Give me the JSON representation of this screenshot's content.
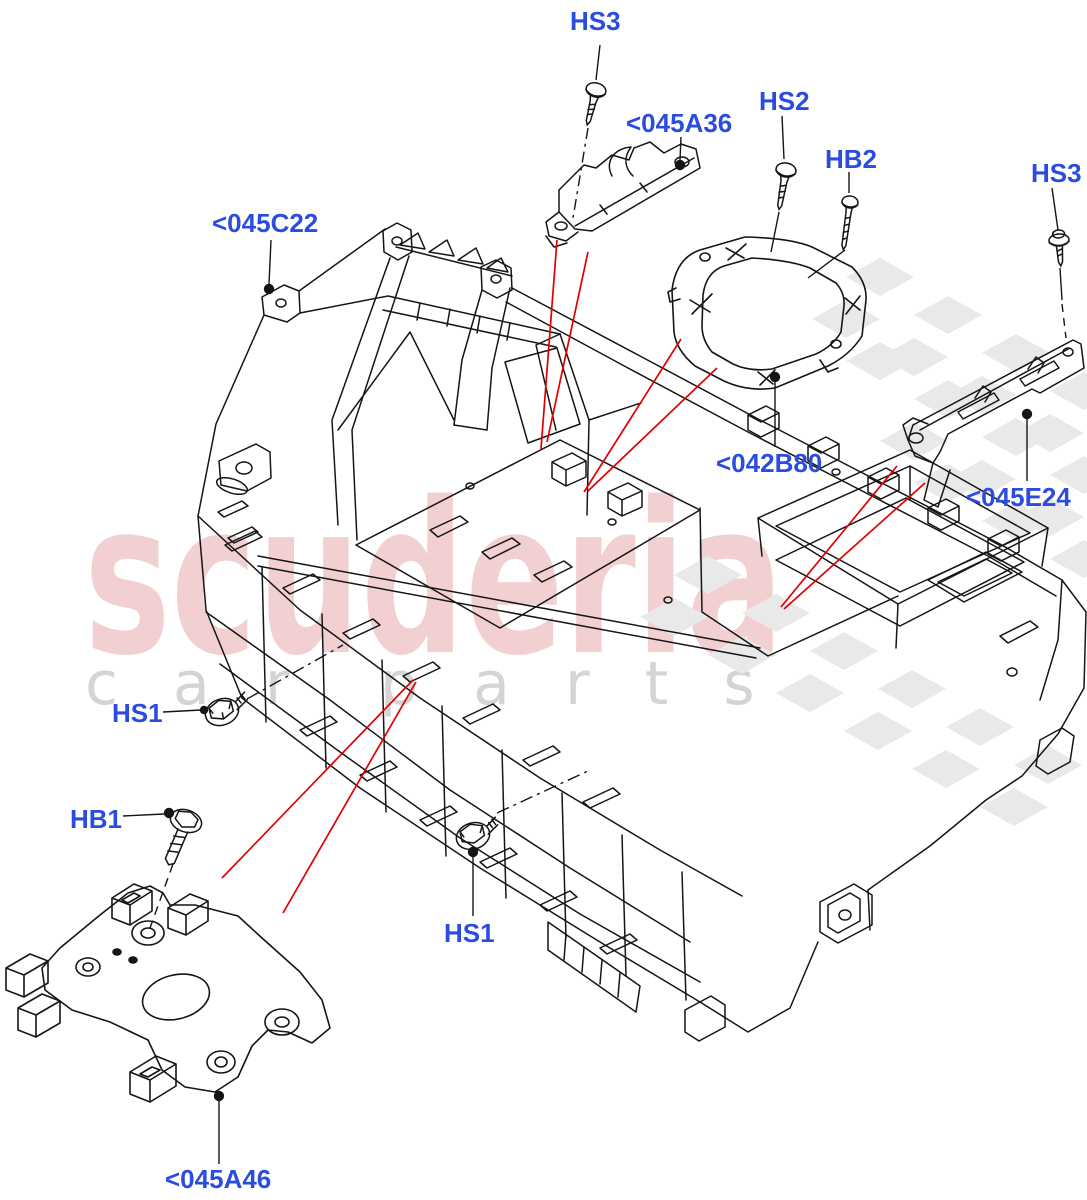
{
  "diagram": {
    "title": "console-exploded-parts-diagram",
    "callouts": {
      "hs3_top": {
        "text": "HS3"
      },
      "part_045a36": {
        "text": "<045A36"
      },
      "hs2": {
        "text": "HS2"
      },
      "hb2": {
        "text": "HB2"
      },
      "hs3_right": {
        "text": "HS3"
      },
      "part_045c22": {
        "text": "<045C22"
      },
      "part_042b80": {
        "text": "<042B80"
      },
      "part_045e24": {
        "text": "<045E24"
      },
      "hs1_left": {
        "text": "HS1"
      },
      "hb1": {
        "text": "HB1"
      },
      "hs1_bottom": {
        "text": "HS1"
      },
      "part_045a46": {
        "text": "<045A46"
      }
    },
    "watermark": {
      "brand": "scuderia",
      "word1": "c a r",
      "word2": "p a r t s"
    },
    "colors": {
      "callout_blue": "#2a4ce0",
      "leader_red": "#e00000",
      "line_black": "#151515",
      "watermark_pink": "#efc5c6",
      "watermark_gray": "#d6d6d6",
      "checker_gray": "#e9e9e9"
    }
  }
}
